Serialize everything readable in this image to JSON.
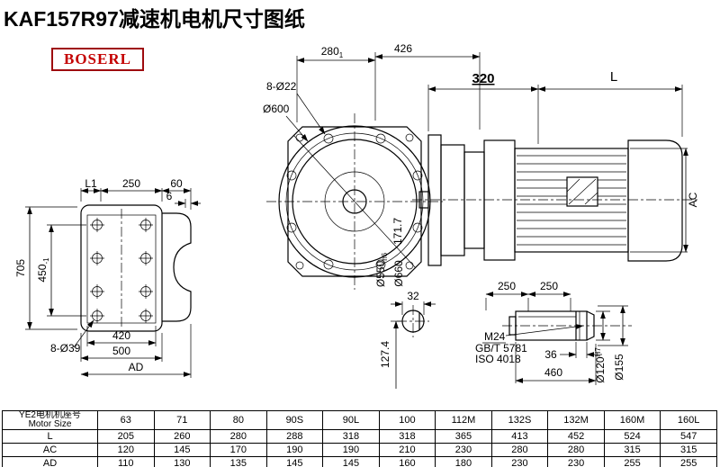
{
  "page": {
    "title": "KAF157R97减速机电机尺寸图纸",
    "logo_text": "BOSERL",
    "colors": {
      "line": "#000000",
      "logo_red": "#c40000",
      "background": "#ffffff"
    }
  },
  "left_view": {
    "dim_L1": "L1",
    "dim_250": "250",
    "dim_60": "60",
    "dim_6": "6",
    "dim_705": "705",
    "dim_450": "450",
    "dim_450_sub": "-1",
    "dim_420": "420",
    "dim_500": "500",
    "dim_AD": "AD",
    "holes_label": "8-Ø39"
  },
  "front_view": {
    "dim_280": "280",
    "dim_280_sub": "1",
    "dim_426": "426",
    "holes_label": "8-Ø22",
    "dia_600": "Ø600",
    "dia_550": "Ø550",
    "dia_550_sub": "h6",
    "dia_660": "Ø660",
    "dim_171": "171.7"
  },
  "side_view": {
    "dim_320": "320",
    "dim_L": "L",
    "dim_AC": "AC"
  },
  "shaft_section": {
    "dim_32": "32",
    "dim_127": "127.4"
  },
  "shaft_detail": {
    "dim_250_a": "250",
    "dim_250_b": "250",
    "thread_label": "M24",
    "std_gb": "GB/T  5781",
    "std_iso": "ISO  4018",
    "dim_36": "36",
    "dim_460": "460",
    "dia_120": "Ø120",
    "dia_120_sup": "H7",
    "dia_155": "Ø155"
  },
  "table": {
    "row_header_cn": "YE2电机机座号",
    "row_header_en": "Motor Size",
    "sizes": [
      "63",
      "71",
      "80",
      "90S",
      "90L",
      "100",
      "112M",
      "132S",
      "132M",
      "160M",
      "160L"
    ],
    "rows": [
      {
        "label": "L",
        "values": [
          "205",
          "260",
          "280",
          "288",
          "318",
          "318",
          "365",
          "413",
          "452",
          "524",
          "547"
        ]
      },
      {
        "label": "AC",
        "values": [
          "120",
          "145",
          "170",
          "190",
          "190",
          "210",
          "230",
          "280",
          "280",
          "315",
          "315"
        ]
      },
      {
        "label": "AD",
        "values": [
          "110",
          "130",
          "135",
          "145",
          "145",
          "160",
          "180",
          "230",
          "230",
          "255",
          "255"
        ]
      }
    ]
  }
}
